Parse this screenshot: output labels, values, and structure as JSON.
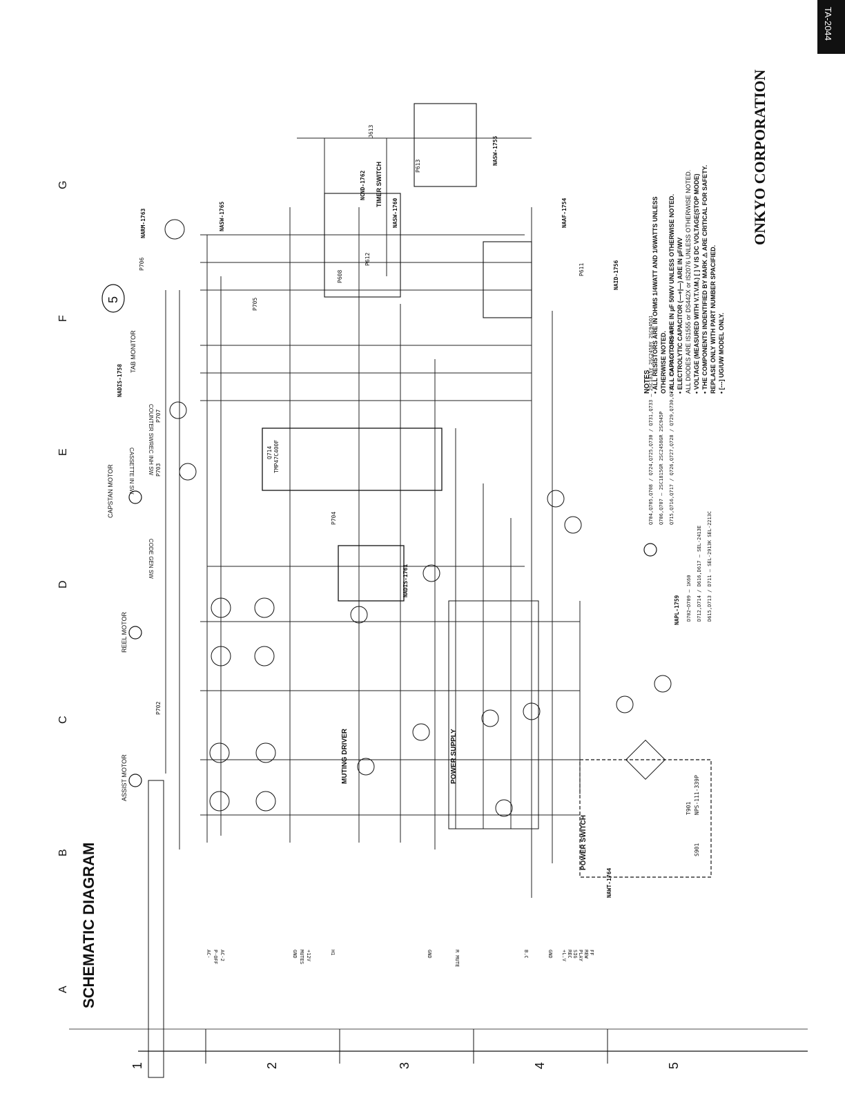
{
  "document": {
    "model_tag": "TA-2044",
    "title": "SCHEMATIC DIAGRAM",
    "brand": "ONKYO CORPORATION",
    "page_mark": "5"
  },
  "grid": {
    "columns": [
      "A",
      "B",
      "C",
      "D",
      "E",
      "F",
      "G"
    ],
    "rows": [
      "1",
      "2",
      "3",
      "4",
      "5"
    ]
  },
  "sections": {
    "muting_driver": "MUTING DRIVER",
    "power_supply": "POWER SUPPLY",
    "power_switch": "POWER SWITCH",
    "timer_switch": "TIMER SWITCH",
    "tab_monitor": "TAB MONITOR"
  },
  "motors": {
    "assist": "ASSIST MOTOR",
    "reel": "REEL MOTOR",
    "capstan": "CAPSTAN MOTOR"
  },
  "switch_labels": [
    "CODE GEN SW",
    "CASSETTE IN SW",
    "REC INH SW",
    "COUNTER SW"
  ],
  "boards": [
    "NAWT-1764",
    "NADIS-1758",
    "NASW-1765",
    "NARM-1763",
    "NCND-1762",
    "NASW-1760",
    "NASW-1755",
    "NAAF-1754",
    "NAID-1756",
    "NADIS-1761",
    "NAPL-1759"
  ],
  "connectors": [
    "P702",
    "P703",
    "P704",
    "P705",
    "P706",
    "P707",
    "P608",
    "P611",
    "P612",
    "P613",
    "J613"
  ],
  "ic": {
    "ref": "Q714",
    "part": "TMP47C400F"
  },
  "left_bus": [
    "AC-",
    "P-OFF",
    "AC-2",
    "GND",
    "MUTES",
    "+12V",
    "H1",
    "GND",
    "R MUTE",
    "B.C",
    "GND",
    "+L.V",
    "REC",
    "SIG",
    "PLAY",
    "REW",
    "FF"
  ],
  "transistor_groups": [
    "Q704,Q705,Q708 / Q724,Q725,Q730 / Q731,Q733 — 2SC1815Y 2SC2458Y 2SC945Q1",
    "Q706,Q707 — 2SC1815GR 2SC2458GR 2SC945P",
    "Q715,Q716,Q717 / Q726,Q727,Q728 / Q729,Q730,Q732 — 2SA1015Y 2SA1048Y",
    "D702~D709 — 1K60",
    "D712,D714 / D616,D617 — SEL-2413E",
    "D615,D713 / D711 — SEL-2913K SEL-2213C"
  ],
  "notes": {
    "heading": "NOTES",
    "lines": [
      "• ALL RESISTORS ARE IN OHMS 1/4WATT AND 1/6WATTS UNLESS",
      "OTHERWISE NOTED.",
      "• ALL CAPACITORS ARE IN µF 50WV UNLESS OTHERWISE NOTED.",
      "• ELECTROLYTIC CAPACITOR (—+|—) ARE IN µF/WV",
      "ALL DIODES ARE IS1555 or DS442X or IS2076 UNLESS OTHERWISE NOTED.",
      "• VOLTAGE (MEASURED WITH V.T.V.M.) [ ] V IS DC VOLTAGE(STOP MODE)",
      "• THE COMPONENTS INDENTIFIED BY MARK ⚠ ARE CRITICAL FOR SAFETY.",
      "REPLASE ONLY WITH PART NUMBER SPACIFIED.",
      "• [---] UG/UW MODEL ONLY."
    ]
  },
  "transformer": {
    "ref": "T901",
    "part": "NPS-111-339P",
    "fuse": "S901"
  }
}
